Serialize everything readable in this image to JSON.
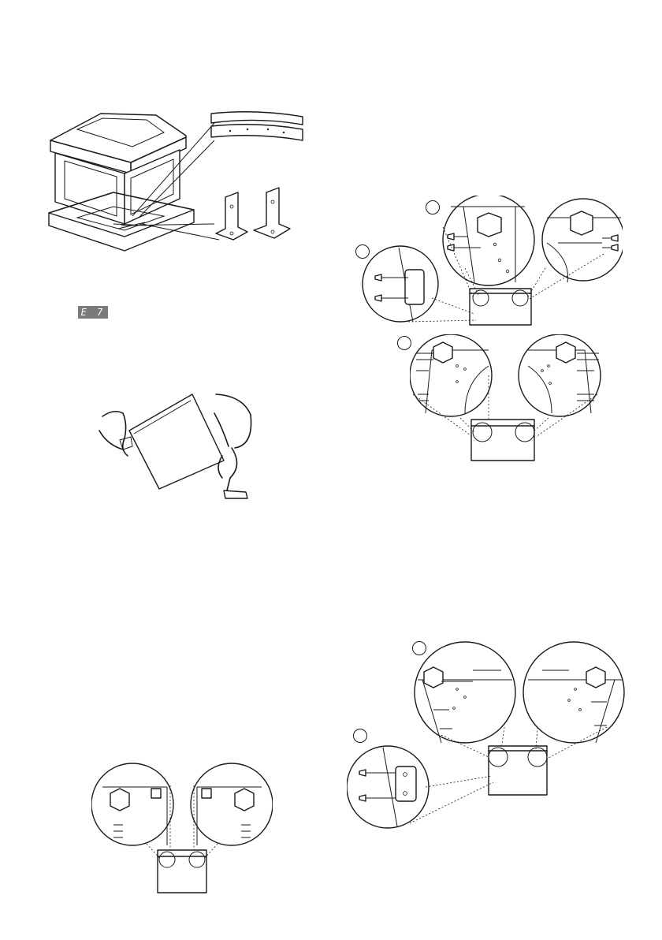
{
  "page": {
    "error_code_display": "E 7"
  },
  "figures": {
    "packaging": {
      "icon": "packaging-parts-diagram"
    },
    "lifting": {
      "icon": "person-tilting-appliance-diagram"
    },
    "step_a": {
      "icon": "bracket-screw-detail-diagram"
    },
    "step_b": {
      "icon": "foot-plate-detail-diagram"
    },
    "step_c": {
      "icon": "reattach-bracket-detail-diagram"
    },
    "step_d": {
      "icon": "feet-corner-detail-diagram"
    }
  }
}
